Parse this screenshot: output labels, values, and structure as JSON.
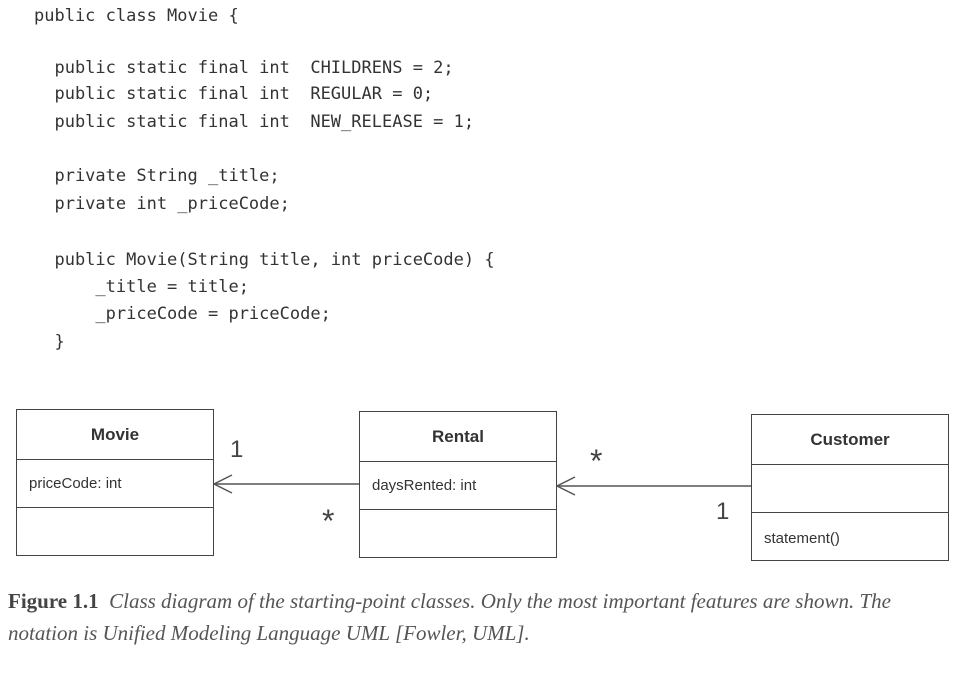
{
  "code": {
    "lines": [
      "public class Movie {",
      "",
      "  public static final int  CHILDRENS = 2;",
      "  public static final int  REGULAR = 0;",
      "  public static final int  NEW_RELEASE = 1;",
      "",
      "  private String _title;",
      "  private int _priceCode;",
      "",
      "  public Movie(String title, int priceCode) {",
      "      _title = title;",
      "      _priceCode = priceCode;",
      "  }"
    ]
  },
  "diagram": {
    "classes": {
      "movie": {
        "name": "Movie",
        "attribute": "priceCode: int",
        "operation": ""
      },
      "rental": {
        "name": "Rental",
        "attribute": "daysRented: int",
        "operation": ""
      },
      "customer": {
        "name": "Customer",
        "attribute": "",
        "operation": "statement()"
      }
    },
    "associations": {
      "rental_movie": {
        "movie_end": "1",
        "rental_end": "*"
      },
      "customer_rental": {
        "rental_end": "*",
        "customer_end": "1"
      }
    }
  },
  "caption": {
    "label": "Figure 1.1",
    "text": "Class diagram of the starting-point classes. Only the most important features are shown. The notation is Unified Modeling Language UML [Fowler, UML]."
  }
}
